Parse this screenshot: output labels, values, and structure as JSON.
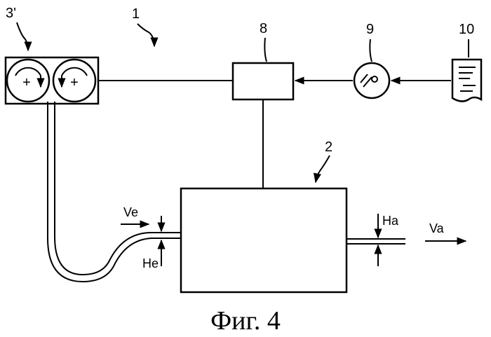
{
  "labels": {
    "roller_unit": "3'",
    "system": "1",
    "controller": "8",
    "disc": "9",
    "document": "10",
    "machine": "2",
    "input_speed": "Ve",
    "input_height": "He",
    "output_height": "Ha",
    "output_speed": "Va"
  },
  "roller_symbol": "+",
  "caption": "Фиг. 4"
}
